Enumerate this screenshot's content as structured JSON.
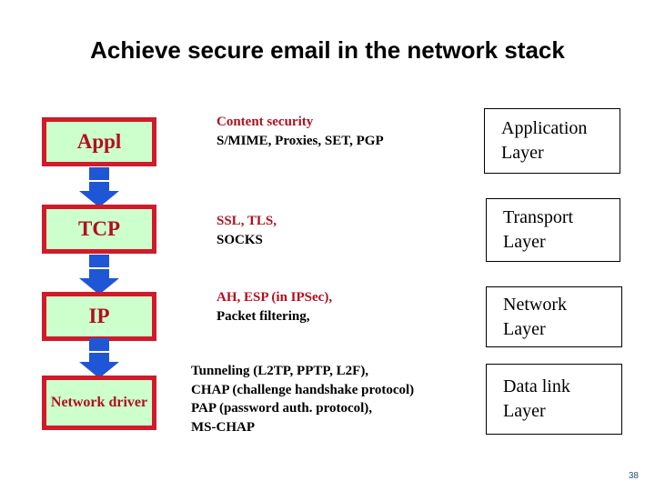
{
  "slide": {
    "title": "Achieve secure email in the network stack",
    "page_number": "38"
  },
  "colors": {
    "box_fill_green": "#ccffcc",
    "box_border_red": "#d11a2a",
    "text_dark_red": "#b01020",
    "arrow_blue": "#1f56d6",
    "text_black": "#000000",
    "page_number_blue": "#24537a"
  },
  "stack": {
    "boxes": [
      {
        "label": "Appl"
      },
      {
        "label": "TCP"
      },
      {
        "label": "IP"
      },
      {
        "label_line1": "Network",
        "label_line2": "driver"
      }
    ],
    "arrows": [
      {
        "name": "arrow-appl-to-tcp",
        "direction": "down"
      },
      {
        "name": "arrow-tcp-to-ip",
        "direction": "down"
      },
      {
        "name": "arrow-ip-to-network-driver",
        "direction": "down"
      }
    ]
  },
  "security_mechanisms": [
    {
      "red_line": "Content security",
      "black_lines": [
        "S/MIME, Proxies, SET, PGP"
      ]
    },
    {
      "red_line": "SSL, TLS,",
      "black_lines": [
        "SOCKS"
      ]
    },
    {
      "red_line": "AH, ESP (in IPSec),",
      "black_lines": [
        "Packet filtering,"
      ]
    },
    {
      "red_line": "",
      "black_lines": [
        "Tunneling (L2TP, PPTP, L2F),",
        "CHAP (challenge handshake protocol)",
        " PAP (password auth. protocol),",
        "MS-CHAP"
      ]
    }
  ],
  "layers": [
    {
      "line1": "Application",
      "line2": "Layer"
    },
    {
      "line1": "Transport",
      "line2": "Layer"
    },
    {
      "line1": "Network",
      "line2": "Layer"
    },
    {
      "line1": "Data link",
      "line2": "Layer"
    }
  ]
}
